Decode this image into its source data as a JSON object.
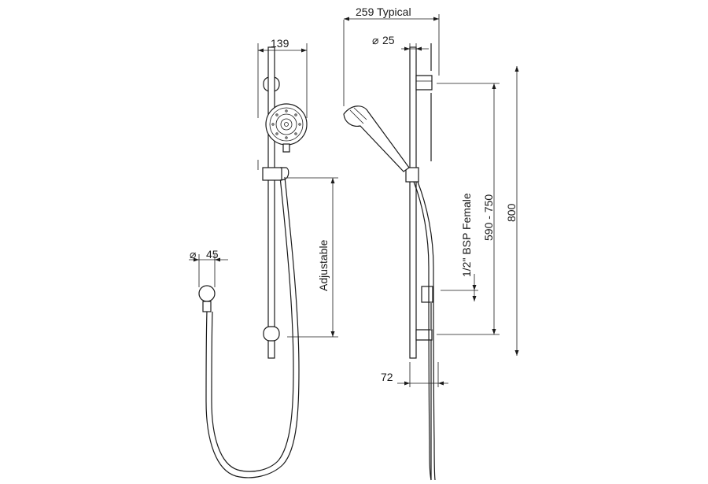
{
  "dimensions": {
    "width_139": "139",
    "typical_259": "259 Typical",
    "dia_25": "25",
    "dia_45": "45",
    "adjustable": "Adjustable",
    "bsp": "1/2\" BSP Female",
    "range_590_750": "590 - 750",
    "height_800": "800",
    "offset_72": "72"
  },
  "symbols": {
    "diameter": "⌀"
  }
}
